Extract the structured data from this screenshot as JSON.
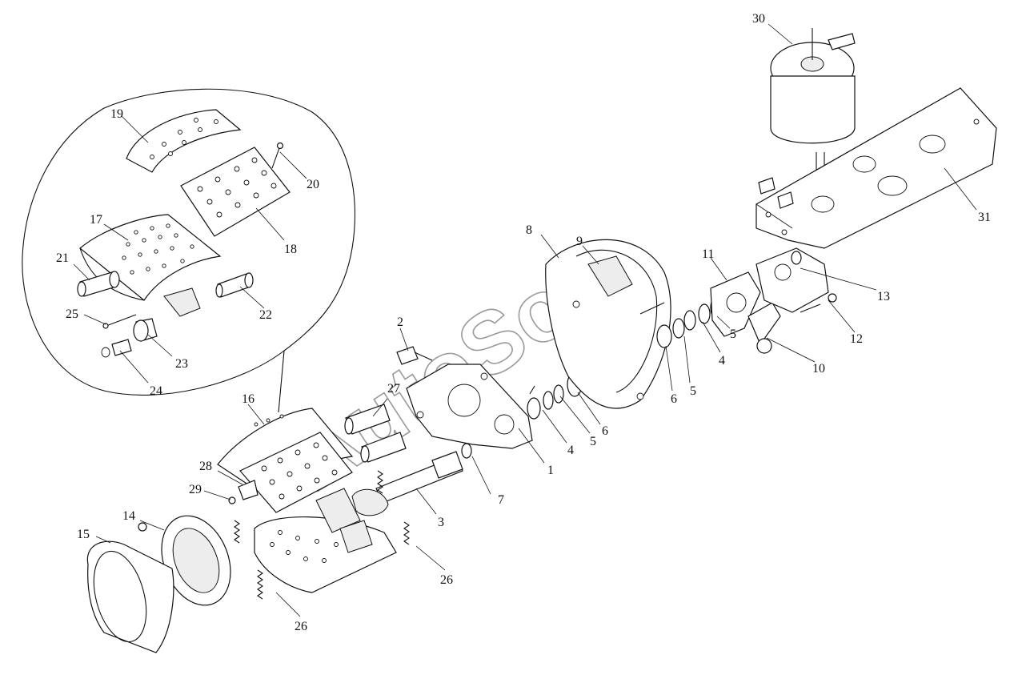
{
  "watermark": "AutoSoft",
  "callouts": [
    {
      "id": "c1",
      "text": "1"
    },
    {
      "id": "c2",
      "text": "2"
    },
    {
      "id": "c3",
      "text": "3"
    },
    {
      "id": "c4a",
      "text": "4"
    },
    {
      "id": "c4b",
      "text": "4"
    },
    {
      "id": "c5a",
      "text": "5"
    },
    {
      "id": "c5b",
      "text": "5"
    },
    {
      "id": "c5c",
      "text": "5"
    },
    {
      "id": "c6a",
      "text": "6"
    },
    {
      "id": "c6b",
      "text": "6"
    },
    {
      "id": "c7",
      "text": "7"
    },
    {
      "id": "c8",
      "text": "8"
    },
    {
      "id": "c9",
      "text": "9"
    },
    {
      "id": "c10",
      "text": "10"
    },
    {
      "id": "c11",
      "text": "11"
    },
    {
      "id": "c12",
      "text": "12"
    },
    {
      "id": "c13",
      "text": "13"
    },
    {
      "id": "c14",
      "text": "14"
    },
    {
      "id": "c15",
      "text": "15"
    },
    {
      "id": "c16",
      "text": "16"
    },
    {
      "id": "c17",
      "text": "17"
    },
    {
      "id": "c18",
      "text": "18"
    },
    {
      "id": "c19",
      "text": "19"
    },
    {
      "id": "c20",
      "text": "20"
    },
    {
      "id": "c21",
      "text": "21"
    },
    {
      "id": "c22",
      "text": "22"
    },
    {
      "id": "c23",
      "text": "23"
    },
    {
      "id": "c24",
      "text": "24"
    },
    {
      "id": "c25",
      "text": "25"
    },
    {
      "id": "c26a",
      "text": "26"
    },
    {
      "id": "c26b",
      "text": "26"
    },
    {
      "id": "c27",
      "text": "27"
    },
    {
      "id": "c28",
      "text": "28"
    },
    {
      "id": "c29",
      "text": "29"
    },
    {
      "id": "c30",
      "text": "30"
    },
    {
      "id": "c31",
      "text": "31"
    }
  ]
}
